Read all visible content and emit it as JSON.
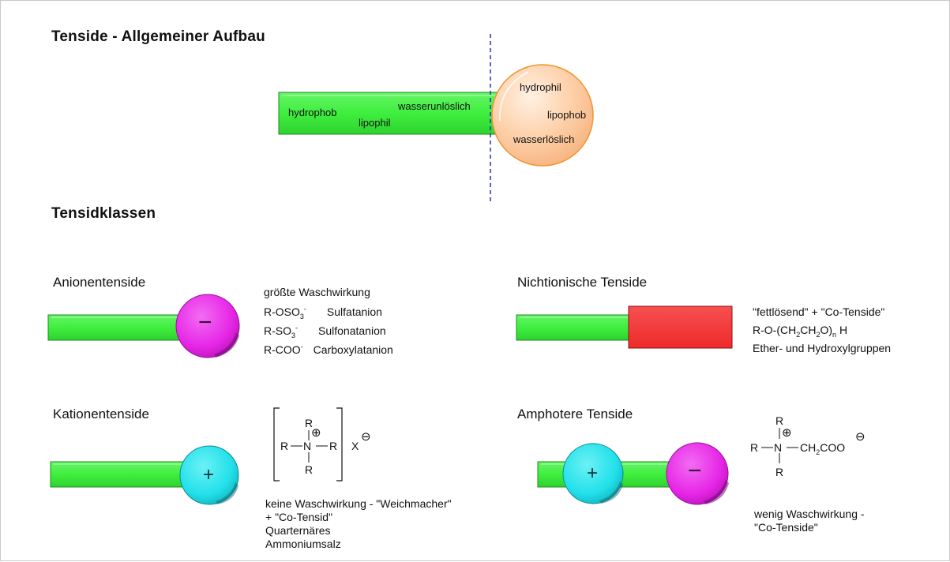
{
  "header": {
    "title": "Tenside - Allgemeiner Aufbau"
  },
  "structure": {
    "tail_label_1": "hydrophob",
    "tail_label_2": "lipophil",
    "tail_label_3": "wasserunlöslich",
    "head_label_1": "hydrophil",
    "head_label_2": "lipophob",
    "head_label_3": "wasserlöslich"
  },
  "classes_heading": "Tensidklassen",
  "anionic": {
    "title": "Anionentenside",
    "head_sign": "−",
    "desc": "größte Waschwirkung",
    "f1_main": "R-OSO",
    "f1_sub": "3",
    "f1_sup": "-",
    "f1_name": "Sulfatanion",
    "f2_main": "R-SO",
    "f2_sub": "3",
    "f2_sup": "-",
    "f2_name": "Sulfonatanion",
    "f3_main": "R-COO",
    "f3_sup": "-",
    "f3_name": "Carboxylatanion"
  },
  "nonionic": {
    "title": "Nichtionische Tenside",
    "line1": "\"fettlösend\" + \"Co-Tenside\"",
    "f_a": "R-O-(CH",
    "f_s1": "2",
    "f_b": "CH",
    "f_s2": "2",
    "f_c": "O)",
    "f_n": "n",
    "f_d": " H",
    "line3": "Ether- und Hydroxylgruppen"
  },
  "cationic": {
    "title": "Kationentenside",
    "head_sign": "+",
    "formula": {
      "r_top": "R",
      "r_left": "R",
      "n": "N",
      "r_right": "R",
      "r_bottom": "R",
      "charge_plus": "⊕",
      "counterion": "X",
      "charge_minus": "⊖"
    },
    "line1": "keine Waschwirkung - \"Weichmacher\"",
    "line2": "+ \"Co-Tensid\"",
    "line3": "Quarternäres",
    "line4": "Ammoniumsalz"
  },
  "amphoteric": {
    "title": "Amphotere Tenside",
    "head_plus": "+",
    "head_minus": "−",
    "formula": {
      "r_top": "R",
      "r_left": "R",
      "n": "N",
      "r_bottom": "R",
      "charge_plus": "⊕",
      "group_a": "CH",
      "group_sub": "2",
      "group_b": "COO",
      "charge_minus": "⊖"
    },
    "line1": "wenig Waschwirkung -",
    "line2": "\"Co-Tenside\""
  },
  "colors": {
    "tail_green": "#3fee3f",
    "head_orange": "#fdd0a9",
    "head_magenta": "#e626e6",
    "head_cyan": "#22e0ea",
    "block_red": "#f43434",
    "divider_blue": "#2d2dc4"
  }
}
